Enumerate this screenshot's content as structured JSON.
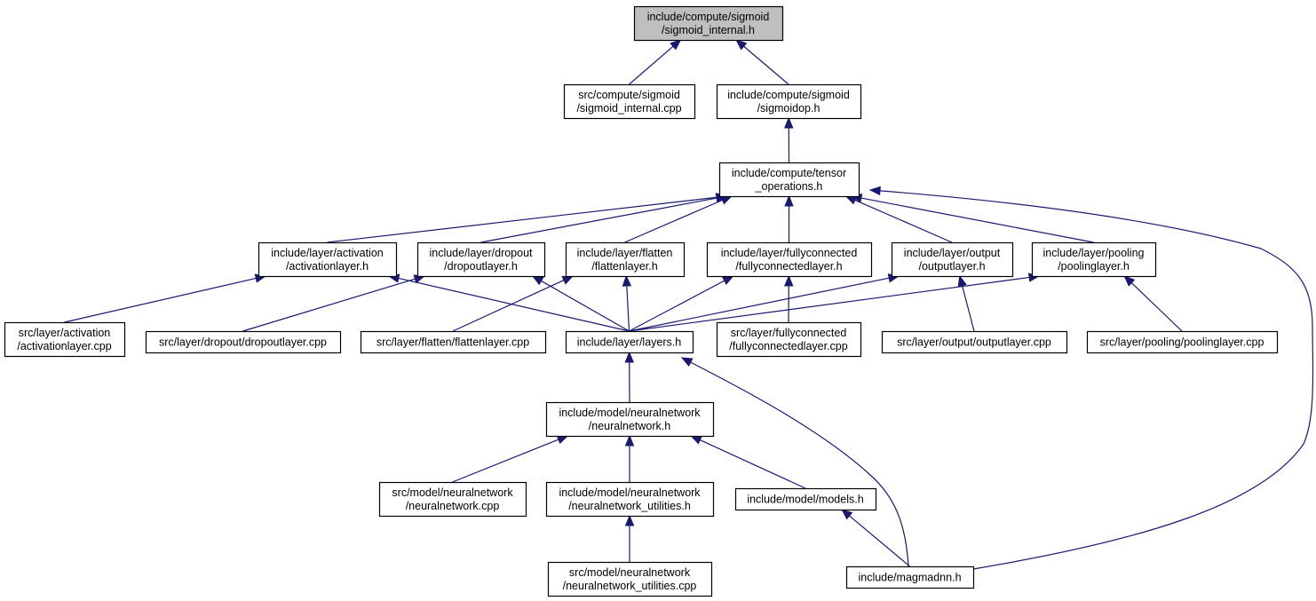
{
  "colors": {
    "edge": "#191970",
    "root_fill": "#bfbfbf",
    "node_fill": "#ffffff",
    "border": "#000000"
  },
  "nodes": {
    "n1": {
      "lines": [
        "include/compute/sigmoid",
        "/sigmoid_internal.h"
      ],
      "root": true
    },
    "n2": {
      "lines": [
        "src/compute/sigmoid",
        "/sigmoid_internal.cpp"
      ]
    },
    "n3": {
      "lines": [
        "include/compute/sigmoid",
        "/sigmoidop.h"
      ]
    },
    "n4": {
      "lines": [
        "include/compute/tensor",
        "_operations.h"
      ]
    },
    "n5": {
      "lines": [
        "include/layer/activation",
        "/activationlayer.h"
      ]
    },
    "n6": {
      "lines": [
        "include/layer/dropout",
        "/dropoutlayer.h"
      ]
    },
    "n7": {
      "lines": [
        "include/layer/flatten",
        "/flattenlayer.h"
      ]
    },
    "n8": {
      "lines": [
        "include/layer/fullyconnected",
        "/fullyconnectedlayer.h"
      ]
    },
    "n9": {
      "lines": [
        "include/layer/output",
        "/outputlayer.h"
      ]
    },
    "n10": {
      "lines": [
        "include/layer/pooling",
        "/poolinglayer.h"
      ]
    },
    "n11": {
      "lines": [
        "src/layer/activation",
        "/activationlayer.cpp"
      ]
    },
    "n12": {
      "lines": [
        "src/layer/dropout/dropoutlayer.cpp"
      ]
    },
    "n13": {
      "lines": [
        "src/layer/flatten/flattenlayer.cpp"
      ]
    },
    "n14": {
      "lines": [
        "include/layer/layers.h"
      ]
    },
    "n15": {
      "lines": [
        "src/layer/fullyconnected",
        "/fullyconnectedlayer.cpp"
      ]
    },
    "n16": {
      "lines": [
        "src/layer/output/outputlayer.cpp"
      ]
    },
    "n17": {
      "lines": [
        "src/layer/pooling/poolinglayer.cpp"
      ]
    },
    "n18": {
      "lines": [
        "include/model/neuralnetwork",
        "/neuralnetwork.h"
      ]
    },
    "n19": {
      "lines": [
        "src/model/neuralnetwork",
        "/neuralnetwork.cpp"
      ]
    },
    "n20": {
      "lines": [
        "include/model/neuralnetwork",
        "/neuralnetwork_utilities.h"
      ]
    },
    "n21": {
      "lines": [
        "include/model/models.h"
      ]
    },
    "n22": {
      "lines": [
        "src/model/neuralnetwork",
        "/neuralnetwork_utilities.cpp"
      ]
    },
    "n23": {
      "lines": [
        "include/magmadnn.h"
      ]
    }
  },
  "edges": [
    {
      "from": "n2",
      "to": "n1"
    },
    {
      "from": "n3",
      "to": "n1"
    },
    {
      "from": "n4",
      "to": "n3"
    },
    {
      "from": "n5",
      "to": "n4"
    },
    {
      "from": "n6",
      "to": "n4"
    },
    {
      "from": "n7",
      "to": "n4"
    },
    {
      "from": "n8",
      "to": "n4"
    },
    {
      "from": "n9",
      "to": "n4"
    },
    {
      "from": "n10",
      "to": "n4"
    },
    {
      "from": "n23",
      "to": "n4"
    },
    {
      "from": "n11",
      "to": "n5"
    },
    {
      "from": "n14",
      "to": "n5"
    },
    {
      "from": "n12",
      "to": "n6"
    },
    {
      "from": "n14",
      "to": "n6"
    },
    {
      "from": "n13",
      "to": "n7"
    },
    {
      "from": "n14",
      "to": "n7"
    },
    {
      "from": "n14",
      "to": "n8"
    },
    {
      "from": "n15",
      "to": "n8"
    },
    {
      "from": "n14",
      "to": "n9"
    },
    {
      "from": "n16",
      "to": "n9"
    },
    {
      "from": "n14",
      "to": "n10"
    },
    {
      "from": "n17",
      "to": "n10"
    },
    {
      "from": "n18",
      "to": "n14"
    },
    {
      "from": "n23",
      "to": "n14"
    },
    {
      "from": "n19",
      "to": "n18"
    },
    {
      "from": "n20",
      "to": "n18"
    },
    {
      "from": "n21",
      "to": "n18"
    },
    {
      "from": "n22",
      "to": "n20"
    },
    {
      "from": "n23",
      "to": "n21"
    }
  ]
}
